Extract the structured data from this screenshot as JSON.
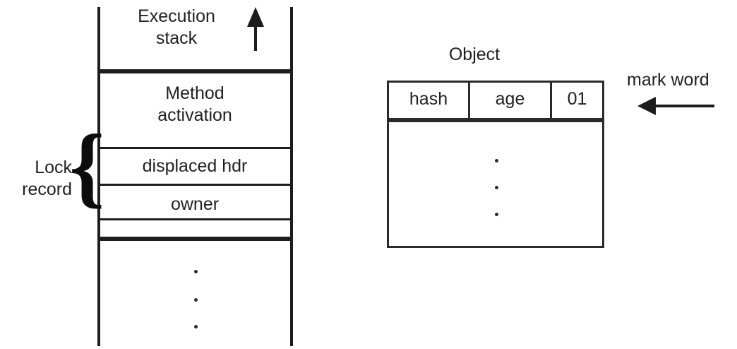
{
  "diagram": {
    "title": "Java object header and lock record stack diagram",
    "ink_color": "#1d1d1d",
    "background": "#ffffff"
  },
  "stack": {
    "header_label": "Execution\nstack",
    "header_line1": "Execution",
    "header_line2": "stack",
    "direction_arrow": "arrow-up",
    "frames": [
      {
        "id": "method-activation",
        "line1": "Method",
        "line2": "activation"
      },
      {
        "id": "displaced-hdr",
        "label": "displaced hdr"
      },
      {
        "id": "owner",
        "label": "owner"
      },
      {
        "id": "blank-slot",
        "label": ""
      }
    ],
    "continuation": "⋮",
    "dots_count": 3
  },
  "lock_record": {
    "line1": "Lock",
    "line2": "record",
    "brace": "{"
  },
  "object": {
    "title": "Object",
    "mark_word_cells": [
      {
        "id": "hash",
        "label": "hash"
      },
      {
        "id": "age",
        "label": "age"
      },
      {
        "id": "tag-bits",
        "label": "01"
      }
    ],
    "body_continuation": "⋮",
    "body_dots_count": 3,
    "mark_word_annotation": "mark word",
    "mark_word_arrow": "arrow-left"
  }
}
